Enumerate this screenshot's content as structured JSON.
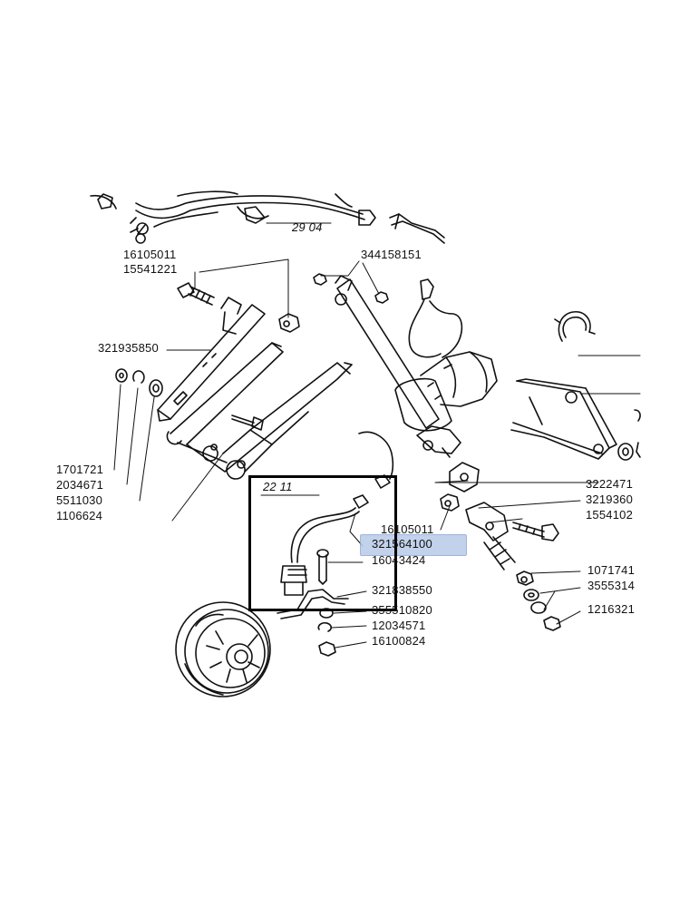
{
  "diagram": {
    "ref_labels": {
      "top_ref": "29 04",
      "box_ref": "22 11"
    },
    "labels": {
      "l_16105011_a": "16105011",
      "l_15541221": "15541221",
      "l_344158151": "344158151",
      "l_321935850": "321935850",
      "l_1701721": "1701721",
      "l_2034671": "2034671",
      "l_5511030": "5511030",
      "l_1106624": "1106624",
      "l_3222471": "3222471",
      "l_3219360": "3219360",
      "l_16105011_b": "16105011",
      "l_1554102": "1554102",
      "l_321564100": "321564100",
      "l_16043424": "16043424",
      "l_1071741": "1071741",
      "l_3555314": "3555314",
      "l_321838550": "321838550",
      "l_1216321": "1216321",
      "l_355510820": "355510820",
      "l_12034571": "12034571",
      "l_16100824": "16100824"
    },
    "highlight_color": "#b9cbe8"
  }
}
